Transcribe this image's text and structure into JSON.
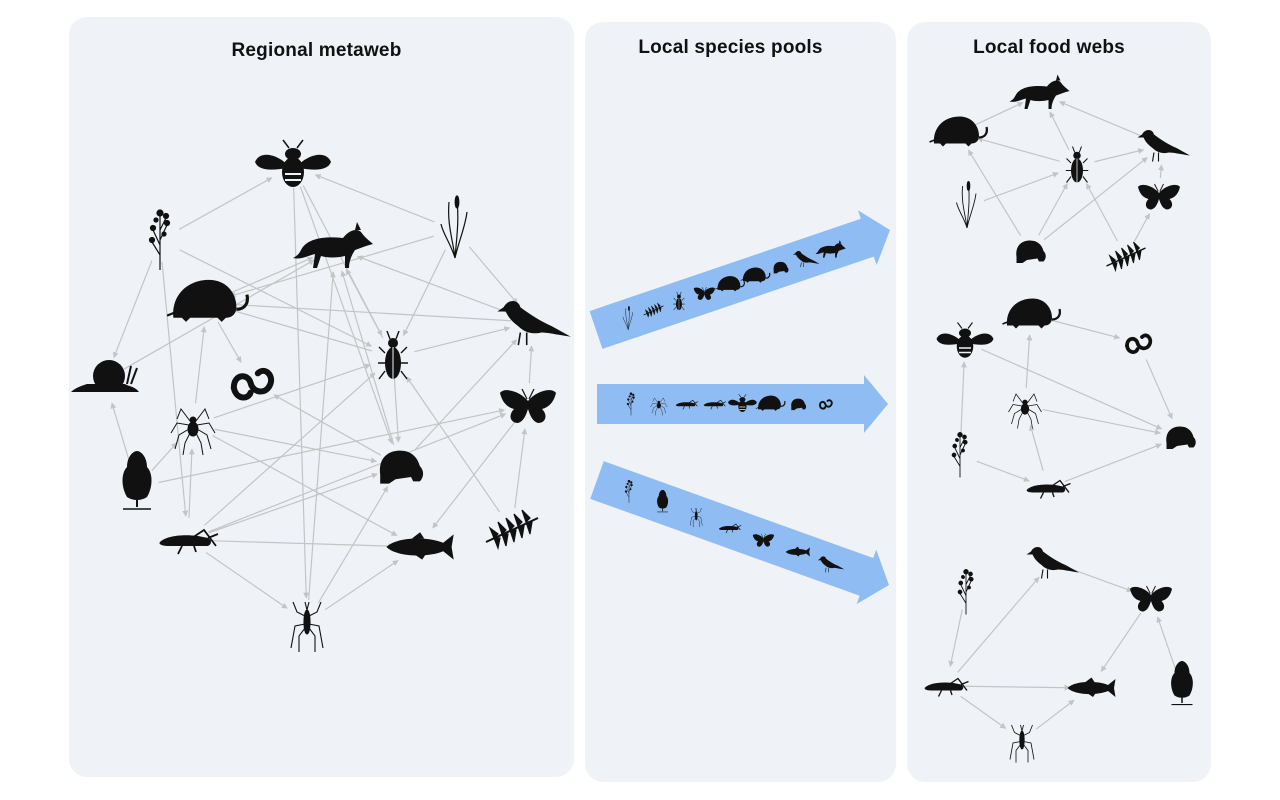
{
  "titles": {
    "metaweb": "Regional metaweb",
    "pools": "Local species pools",
    "webs": "Local food webs"
  },
  "colors": {
    "panel_bg": "#eff3f8",
    "edge": "#c4c4c4",
    "arrow_fill": "#8fbcf2",
    "silhouette": "#111111"
  },
  "species": [
    "bee",
    "wildflower",
    "grass",
    "fox",
    "vole",
    "snail",
    "snake",
    "beetle",
    "bird",
    "spider",
    "butterfly",
    "toad",
    "tree",
    "grasshopper",
    "fern",
    "fish",
    "water-strider"
  ],
  "pools": [
    {
      "name": "pool-1",
      "members": [
        "grass",
        "fern",
        "beetle",
        "butterfly",
        "vole",
        "vole",
        "toad",
        "bird",
        "fox"
      ]
    },
    {
      "name": "pool-2",
      "members": [
        "wildflower",
        "spider",
        "grasshopper",
        "grasshopper",
        "bee",
        "vole",
        "toad",
        "snake"
      ]
    },
    {
      "name": "pool-3",
      "members": [
        "wildflower",
        "tree",
        "water-strider",
        "grasshopper",
        "butterfly",
        "fish",
        "bird"
      ]
    }
  ]
}
